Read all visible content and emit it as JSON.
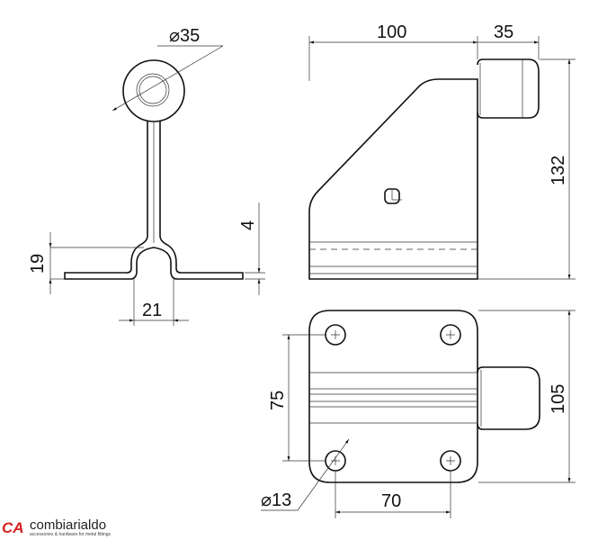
{
  "dimensions": {
    "ball_diameter": "35",
    "diameter_symbol": "⌀",
    "base_height": "19",
    "plate_thickness": "4",
    "hump_width": "21",
    "body_length": "100",
    "bumper_length": "35",
    "total_height": "132",
    "hole_spacing_vertical": "75",
    "plate_width": "105",
    "hole_diameter": "13",
    "hole_spacing_horizontal": "70"
  },
  "logo": {
    "mark": "CA",
    "name": "combiarialdo",
    "tagline": "accessories & hardware for metal fittings",
    "brand_color": "#d42020"
  }
}
